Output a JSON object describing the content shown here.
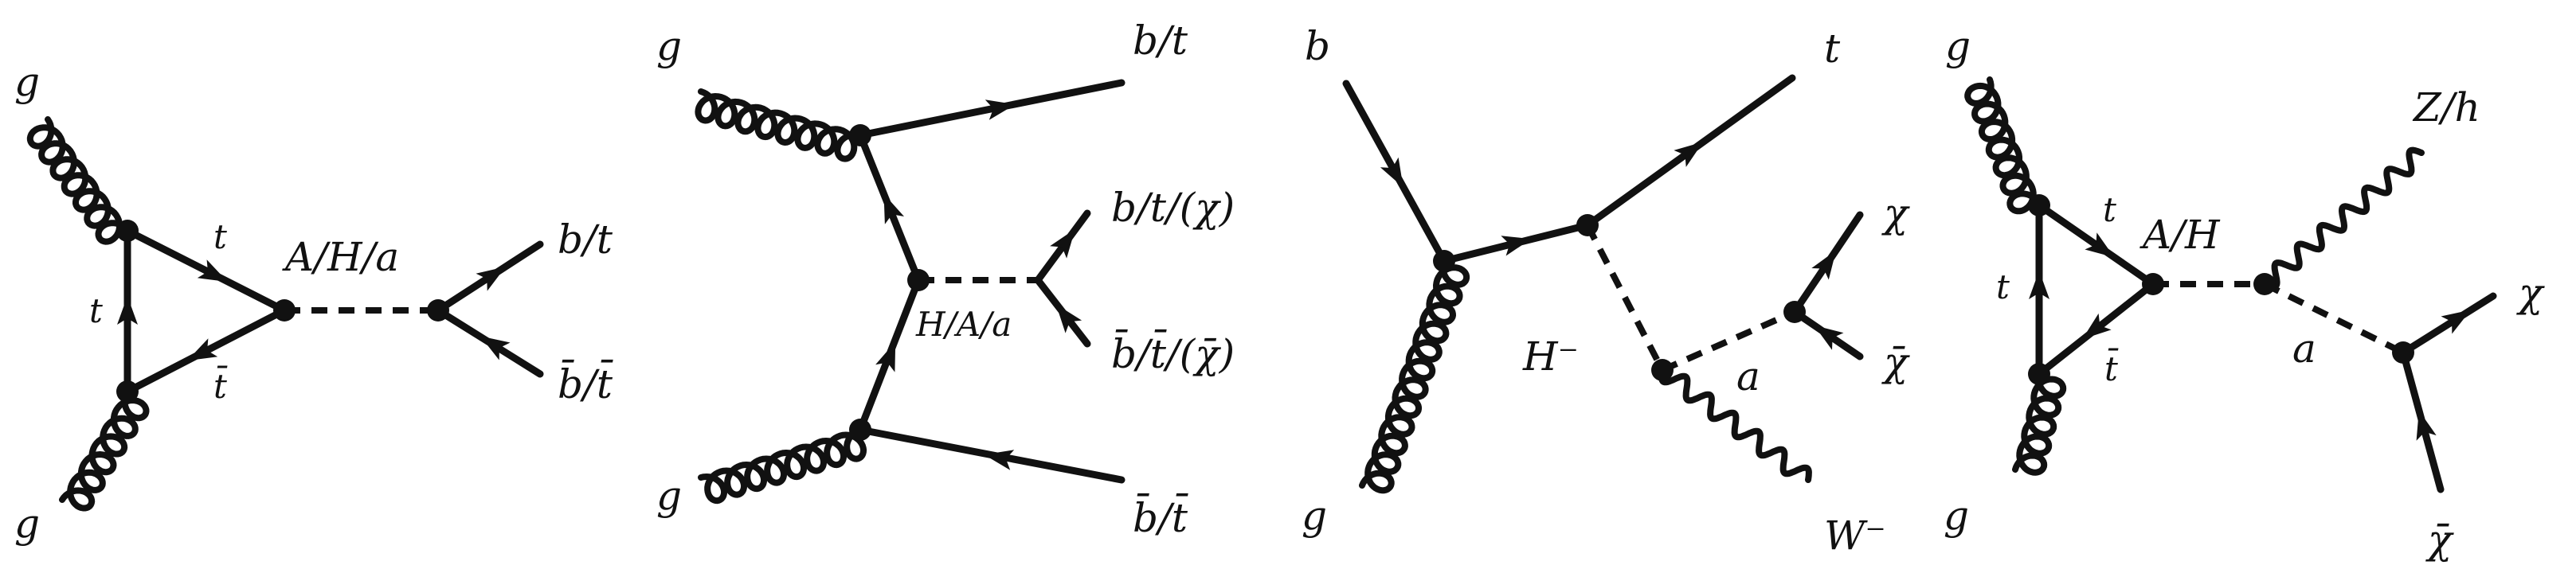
{
  "diagrams": [
    {
      "labels": {
        "g_top": "g",
        "g_bottom": "g",
        "t_upper": "t",
        "t_left": "t",
        "tbar_lower": "t̄",
        "mediator": "A/H/a",
        "out_top": "b/t",
        "out_bottom": "b̄/t̄"
      }
    },
    {
      "labels": {
        "g_top": "g",
        "g_bottom": "g",
        "out_top": "b/t",
        "out_bottom": "b̄/t̄",
        "mediator": "H/A/a",
        "dm_top": "b/t/(χ)",
        "dm_bottom": "b̄/t̄/(χ̄)"
      }
    },
    {
      "labels": {
        "b_in": "b",
        "g_in": "g",
        "t_out": "t",
        "charged_higgs": "H⁻",
        "pseudoscalar": "a",
        "chi": "χ",
        "chibar": "χ̄",
        "w_boson": "W⁻"
      }
    },
    {
      "labels": {
        "g_top": "g",
        "g_bottom": "g",
        "t_upper": "t",
        "t_left": "t",
        "tbar_lower": "t̄",
        "mediator": "A/H",
        "zh": "Z/h",
        "pseudoscalar": "a",
        "chi": "χ",
        "chibar": "χ̄"
      }
    }
  ]
}
